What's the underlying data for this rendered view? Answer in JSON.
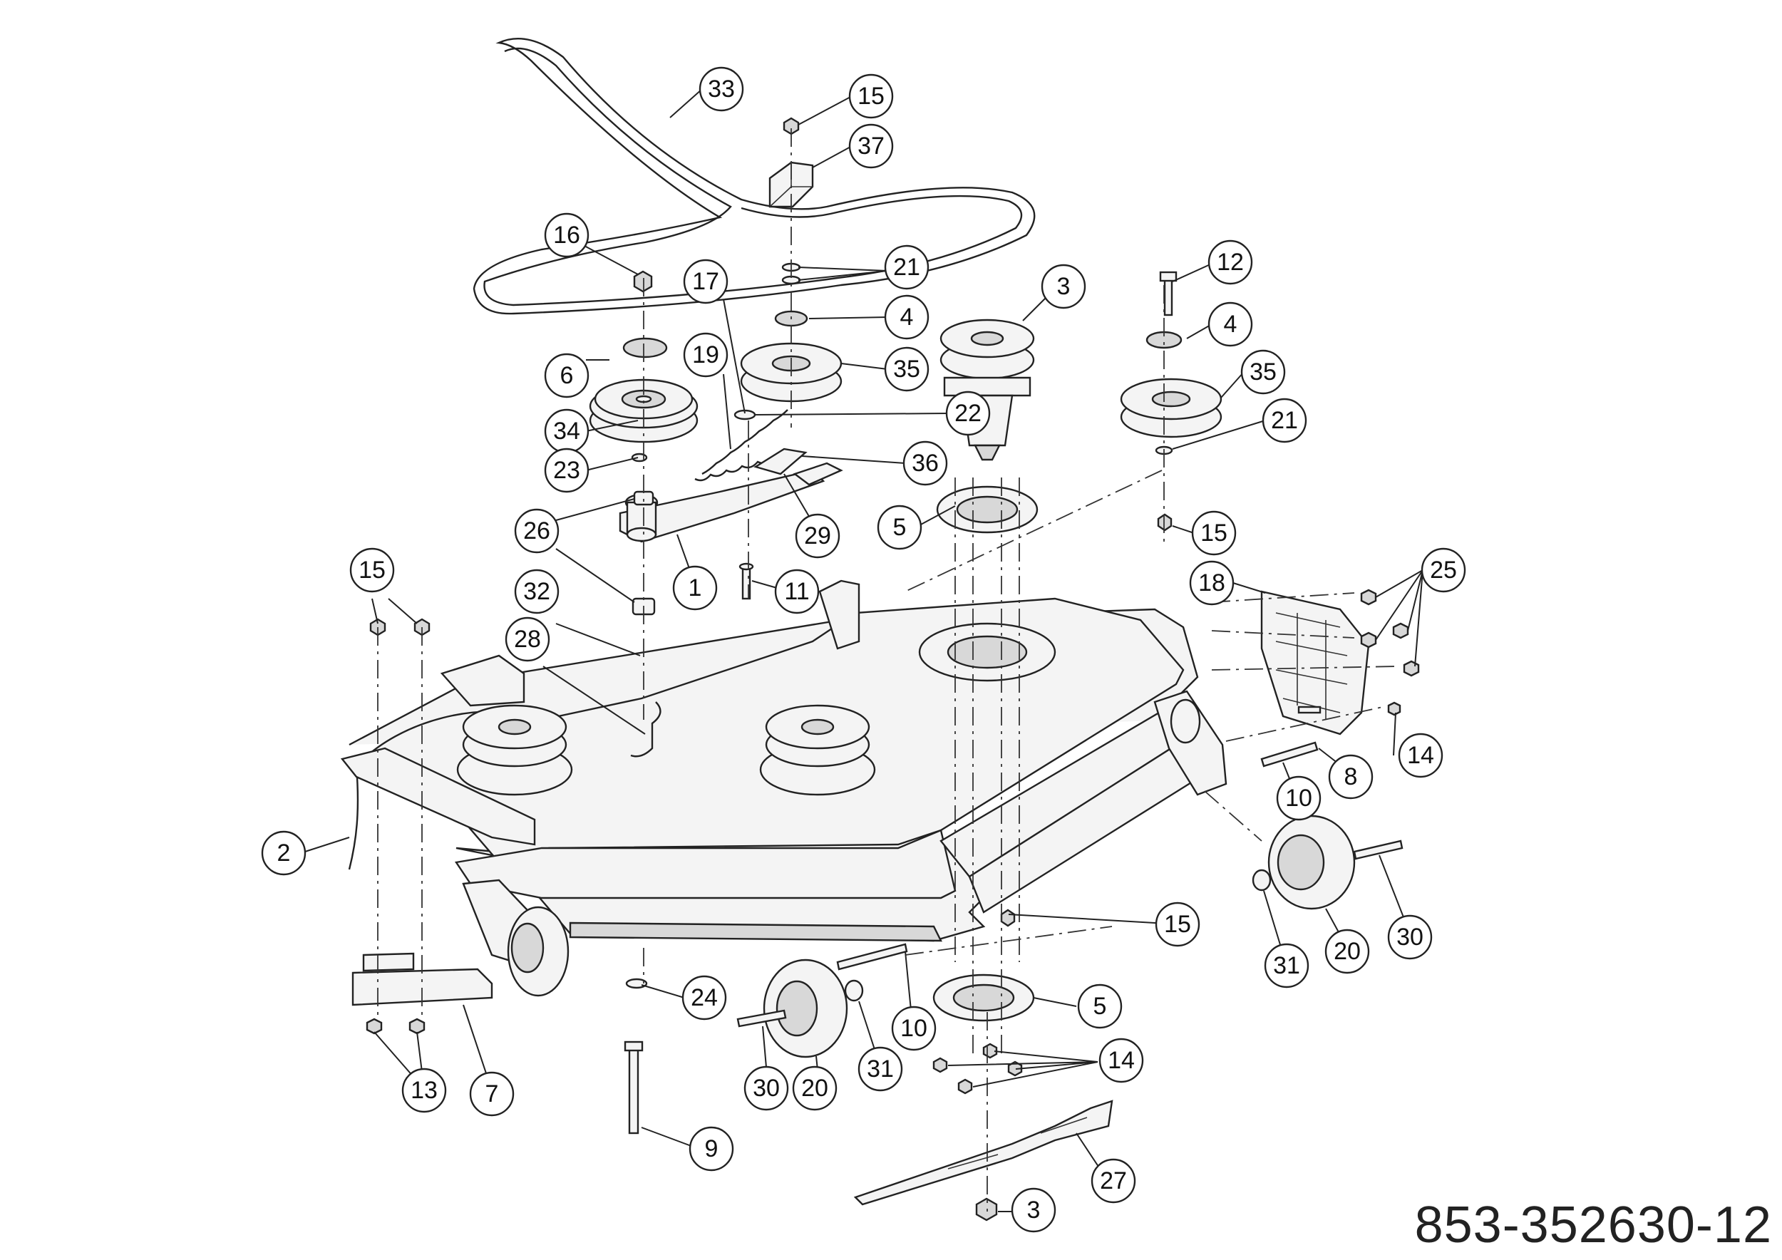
{
  "document": {
    "part_number": "853-352630-12"
  },
  "callouts": [
    {
      "id": "c33a",
      "label": "33"
    },
    {
      "id": "c15a",
      "label": "15"
    },
    {
      "id": "c37",
      "label": "37"
    },
    {
      "id": "c16",
      "label": "16"
    },
    {
      "id": "c21a",
      "label": "21"
    },
    {
      "id": "c17",
      "label": "17"
    },
    {
      "id": "c3a",
      "label": "3"
    },
    {
      "id": "c12",
      "label": "12"
    },
    {
      "id": "c4a",
      "label": "4"
    },
    {
      "id": "c4b",
      "label": "4"
    },
    {
      "id": "c6",
      "label": "6"
    },
    {
      "id": "c19",
      "label": "19"
    },
    {
      "id": "c35a",
      "label": "35"
    },
    {
      "id": "c35b",
      "label": "35"
    },
    {
      "id": "c22",
      "label": "22"
    },
    {
      "id": "c34",
      "label": "34"
    },
    {
      "id": "c21b",
      "label": "21"
    },
    {
      "id": "c23",
      "label": "23"
    },
    {
      "id": "c36",
      "label": "36"
    },
    {
      "id": "c5a",
      "label": "5"
    },
    {
      "id": "c15b",
      "label": "15"
    },
    {
      "id": "c26",
      "label": "26"
    },
    {
      "id": "c29",
      "label": "29"
    },
    {
      "id": "c15c",
      "label": "15"
    },
    {
      "id": "c1",
      "label": "1"
    },
    {
      "id": "c11",
      "label": "11"
    },
    {
      "id": "c18",
      "label": "18"
    },
    {
      "id": "c25",
      "label": "25"
    },
    {
      "id": "c32",
      "label": "32"
    },
    {
      "id": "c28",
      "label": "28"
    },
    {
      "id": "c14a",
      "label": "14"
    },
    {
      "id": "c8",
      "label": "8"
    },
    {
      "id": "c10a",
      "label": "10"
    },
    {
      "id": "c2",
      "label": "2"
    },
    {
      "id": "c15d",
      "label": "15"
    },
    {
      "id": "c31a",
      "label": "31"
    },
    {
      "id": "c20a",
      "label": "20"
    },
    {
      "id": "c30a",
      "label": "30"
    },
    {
      "id": "c24",
      "label": "24"
    },
    {
      "id": "c10b",
      "label": "10"
    },
    {
      "id": "c5b",
      "label": "5"
    },
    {
      "id": "c13",
      "label": "13"
    },
    {
      "id": "c7",
      "label": "7"
    },
    {
      "id": "c30b",
      "label": "30"
    },
    {
      "id": "c20b",
      "label": "20"
    },
    {
      "id": "c31b",
      "label": "31"
    },
    {
      "id": "c14b",
      "label": "14"
    },
    {
      "id": "c9",
      "label": "9"
    },
    {
      "id": "c27",
      "label": "27"
    },
    {
      "id": "c3b",
      "label": "3"
    }
  ]
}
